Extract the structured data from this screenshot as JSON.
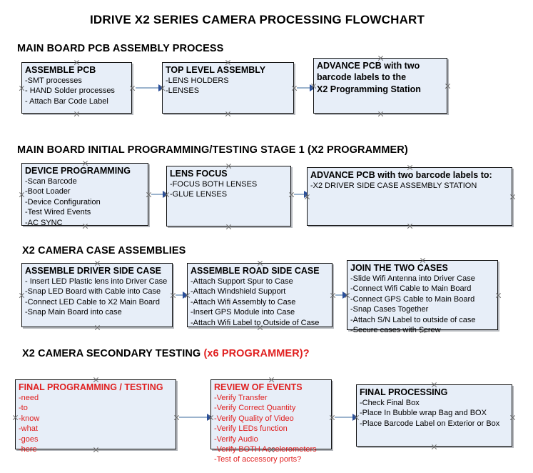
{
  "document": {
    "title": "IDRIVE X2  SERIES CAMERA PROCESSING FLOWCHART"
  },
  "sections": [
    {
      "id": "main-board-pcb-assembly-process",
      "heading": "MAIN BOARD PCB ASSEMBLY PROCESS",
      "heading_accent": "",
      "nodes": [
        {
          "id": "assemble-pcb",
          "title": "ASSEMBLE PCB",
          "lines": [
            "-SMT processes",
            "- HAND Solder processes",
            "- Attach Bar Code Label"
          ],
          "color": "black"
        },
        {
          "id": "top-level-assembly",
          "title": "TOP LEVEL ASSEMBLY",
          "lines": [
            "-LENS HOLDERS",
            "-LENSES"
          ],
          "color": "black"
        },
        {
          "id": "advance-pcb-to-x2-programming-station",
          "title": "ADVANCE PCB with two",
          "lines": [
            "barcode labels to the",
            " X2 Programming Station"
          ],
          "color": "black"
        }
      ]
    },
    {
      "id": "main-board-initial-programming-testing-stage-1",
      "heading": "MAIN BOARD INITIAL PROGRAMMING/TESTING STAGE 1 (X2 PROGRAMMER)",
      "heading_accent": "",
      "nodes": [
        {
          "id": "device-programming",
          "title": "DEVICE PROGRAMMING",
          "lines": [
            "-Scan Barcode",
            "-Boot Loader",
            "-Device Configuration",
            "-Test Wired Events",
            "-AC SYNC"
          ],
          "color": "black"
        },
        {
          "id": "lens-focus",
          "title": "LENS FOCUS",
          "lines": [
            "-FOCUS BOTH LENSES",
            "-GLUE LENSES"
          ],
          "color": "black"
        },
        {
          "id": "advance-pcb-to-driver-side-case-assembly",
          "title": "ADVANCE PCB with two barcode labels to:",
          "lines": [
            "-X2 DRIVER  SIDE  CASE  ASSEMBLY STATION"
          ],
          "color": "black"
        }
      ]
    },
    {
      "id": "x2-camera-case-assemblies",
      "heading": "X2 CAMERA CASE ASSEMBLIES",
      "heading_accent": "",
      "nodes": [
        {
          "id": "assemble-driver-side-case",
          "title": "ASSEMBLE DRIVER SIDE CASE",
          "lines": [
            "- Insert LED Plastic lens into Driver Case",
            "-Snap LED Board with Cable into Case",
            "-Connect LED Cable to X2 Main Board",
            "-Snap Main Board into case"
          ],
          "color": "black"
        },
        {
          "id": "assemble-road-side-case",
          "title": "ASSEMBLE ROAD SIDE CASE",
          "lines": [
            "-Attach Support Spur to Case",
            "-Attach Windshield Support",
            "-Attach Wifi Assembly to Case",
            "-Insert GPS Module into Case",
            "-Attach Wifi Label to Outside of Case"
          ],
          "color": "black"
        },
        {
          "id": "join-the-two-cases",
          "title": "JOIN THE TWO CASES",
          "lines": [
            "-Slide Wifi Antenna into Driver Case",
            "-Connect Wifi Cable to Main Board",
            "-Connect GPS Cable to Main Board",
            "-Snap Cases Together",
            "-Attach S/N Label to outside of case",
            "-Secure cases with Screw"
          ],
          "color": "black"
        }
      ]
    },
    {
      "id": "x2-camera-secondary-testing",
      "heading": "X2 CAMERA SECONDARY TESTING ",
      "heading_accent": "(x6 PROGRAMMER)?",
      "nodes": [
        {
          "id": "final-programming-testing",
          "title": "FINAL PROGRAMMING / TESTING",
          "lines": [
            "-need",
            "-to",
            "-know",
            "-what",
            "-goes",
            "-here"
          ],
          "color": "red"
        },
        {
          "id": "review-of-events",
          "title": "REVIEW OF EVENTS",
          "lines": [
            "-Verify Transfer",
            "-Verify Correct Quantity",
            "-Verify Quality of Video",
            "-Verify LEDs function",
            "-Verify Audio",
            "-Verify BOTH Accelerometers",
            "-Test of accessory ports?"
          ],
          "color": "red"
        },
        {
          "id": "final-processing",
          "title": "FINAL PROCESSING",
          "lines": [
            " -Check Final Box",
            "-Place In Bubble wrap Bag and BOX",
            "-Place Barcode Label on Exterior or Box"
          ],
          "color": "black"
        }
      ]
    }
  ],
  "colors": {
    "node_fill": "#e7eef8",
    "node_border": "#111111",
    "connector_line": "#9bb3cd",
    "connector_head": "#2a4f9b",
    "handle": "#6f6f6f",
    "accent_red": "#e02020"
  }
}
